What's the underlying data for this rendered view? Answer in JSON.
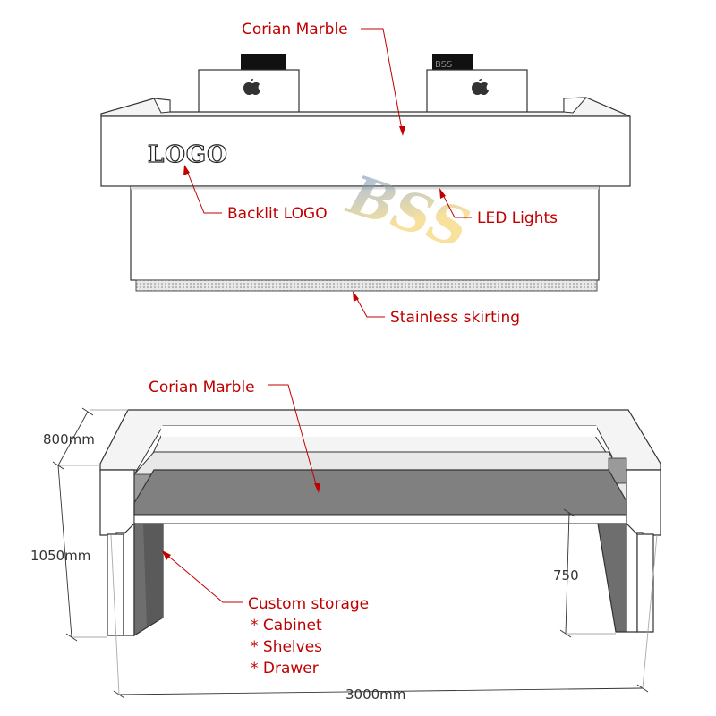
{
  "top_view": {
    "callouts": {
      "corian_marble": "Corian Marble",
      "backlit_logo": "Backlit LOGO",
      "led_lights": "LED Lights",
      "stainless_skirting": "Stainless skirting"
    },
    "logo_text": "LOGO",
    "watermark": "BSS",
    "monitor_tag": "BSS"
  },
  "bottom_view": {
    "callouts": {
      "corian_marble": "Corian Marble",
      "custom_storage": "Custom storage",
      "storage_items": [
        "* Cabinet",
        "* Shelves",
        "* Drawer"
      ]
    },
    "dimensions": {
      "depth": "800mm",
      "height": "1050mm",
      "inner_height": "750",
      "width": "3000mm"
    }
  },
  "colors": {
    "callout_red": "#c00000",
    "outline": "#333333",
    "interior_gray": "#808080",
    "watermark_blue": "#4a7fd4",
    "watermark_yellow": "#f2c94c"
  }
}
